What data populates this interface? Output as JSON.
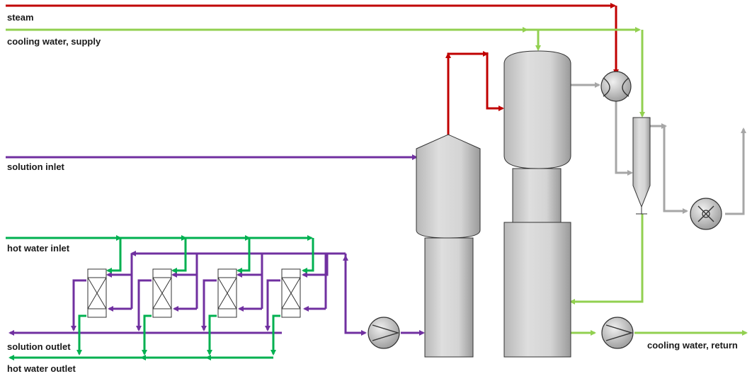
{
  "labels": {
    "steam": "steam",
    "cooling_water_supply": "cooling water, supply",
    "solution_inlet": "solution inlet",
    "hot_water_inlet": "hot water inlet",
    "solution_outlet": "solution outlet",
    "hot_water_outlet": "hot water outlet",
    "cooling_water_return": "cooling water, return"
  },
  "colors": {
    "steam": "#c00000",
    "cooling_water": "#92d050",
    "solution": "#7030a0",
    "hot_water": "#00b050",
    "vapor": "#a6a6a6",
    "equipment": "#d0d0d0"
  },
  "equipment": [
    {
      "name": "generator-column",
      "label": ""
    },
    {
      "name": "condenser-column",
      "label": ""
    },
    {
      "name": "steam-heat-exchanger",
      "label": ""
    },
    {
      "name": "cyclone-separator",
      "label": ""
    },
    {
      "name": "vacuum-pump",
      "label": ""
    },
    {
      "name": "solution-pump",
      "label": ""
    },
    {
      "name": "cooling-water-pump",
      "label": ""
    },
    {
      "name": "plate-heat-exchangers",
      "count": 4
    }
  ]
}
